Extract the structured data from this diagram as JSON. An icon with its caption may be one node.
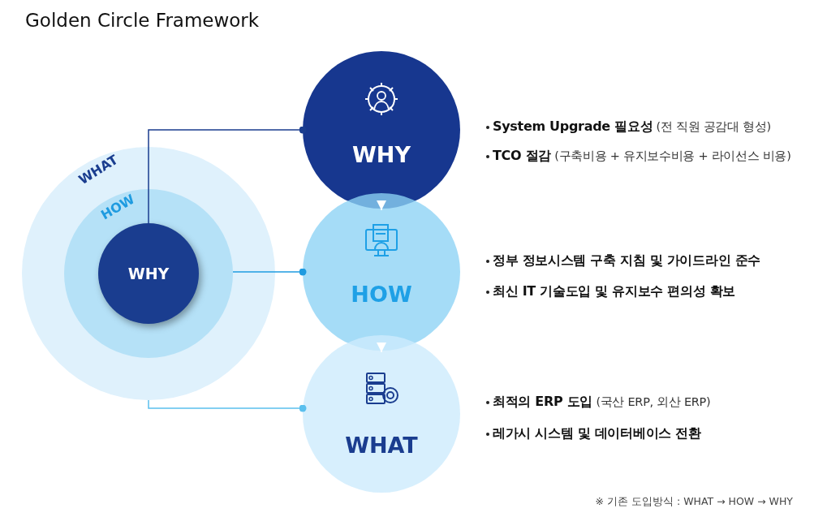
{
  "diagram": {
    "title": "Golden Circle Framework",
    "nodes": [
      {
        "text": [
          "WHAT"
        ]
      },
      {
        "text": [
          "HOW"
        ],
        "in": 0
      },
      {
        "text": [
          "WHY"
        ],
        "in": 1
      },
      {
        "text": [
          "WHY"
        ],
        "beside": [
          "**System Upgrade 필요성** (전 직원  공감대 형성)",
          "**TCO 절감** (구축비용 + 유지보수비용 + 라이선스 비용)"
        ]
      },
      {
        "text": [
          "HOW"
        ],
        "beside": [
          "**정부 정보시스템 구축 지침 및 가이드라인 준수**",
          "**최신 IT 기술도입 및 유지보수 편의성 확보**"
        ]
      },
      {
        "text": [
          "WHAT"
        ],
        "beside": [
          "**최적의 ERP 도입** (국산 ERP, 외산 ERP)",
          "**레가시 시스템 및 데이터베이스 전환**"
        ]
      }
    ],
    "edges": [
      {
        "from": 2,
        "to": 3,
        "arrow": "other",
        "color": "#1a3d8f"
      },
      {
        "from": 1,
        "to": 4,
        "arrow": "other",
        "color": "#1e9be0"
      },
      {
        "from": 0,
        "to": 5,
        "arrow": "other",
        "color": "#5bc0ee"
      },
      {
        "from": 3,
        "to": 4,
        "arrow": "to",
        "color": "#ffffff"
      },
      {
        "from": 4,
        "to": 5,
        "arrow": "to",
        "color": "#ffffff"
      }
    ],
    "labels": [
      "※ 기존 도입방식 : WHAT → HOW → WHY"
    ]
  }
}
